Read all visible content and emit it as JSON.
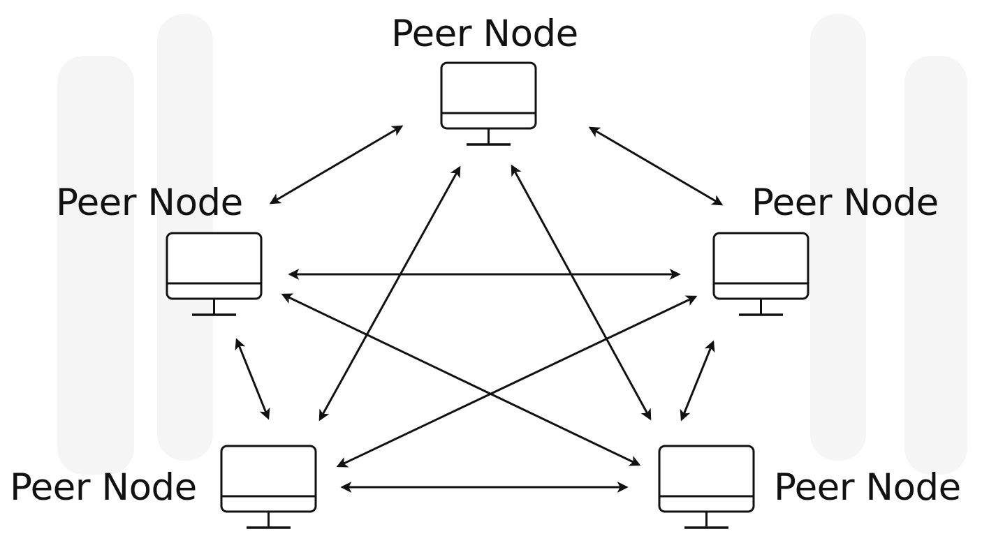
{
  "nodes": [
    {
      "id": "top",
      "label": "Peer Node",
      "icon": "monitor-icon"
    },
    {
      "id": "left",
      "label": "Peer Node",
      "icon": "monitor-icon"
    },
    {
      "id": "right",
      "label": "Peer Node",
      "icon": "monitor-icon"
    },
    {
      "id": "bottom-left",
      "label": "Peer Node",
      "icon": "monitor-icon"
    },
    {
      "id": "bottom-right",
      "label": "Peer Node",
      "icon": "monitor-icon"
    }
  ],
  "connections": [
    [
      "top",
      "left"
    ],
    [
      "top",
      "right"
    ],
    [
      "top",
      "bottom-left"
    ],
    [
      "top",
      "bottom-right"
    ],
    [
      "left",
      "right"
    ],
    [
      "left",
      "bottom-left"
    ],
    [
      "left",
      "bottom-right"
    ],
    [
      "right",
      "bottom-left"
    ],
    [
      "right",
      "bottom-right"
    ],
    [
      "bottom-left",
      "bottom-right"
    ]
  ],
  "style": {
    "line_color": "#111111",
    "background": "#ffffff",
    "watermark_color": "#f5f5f5"
  }
}
